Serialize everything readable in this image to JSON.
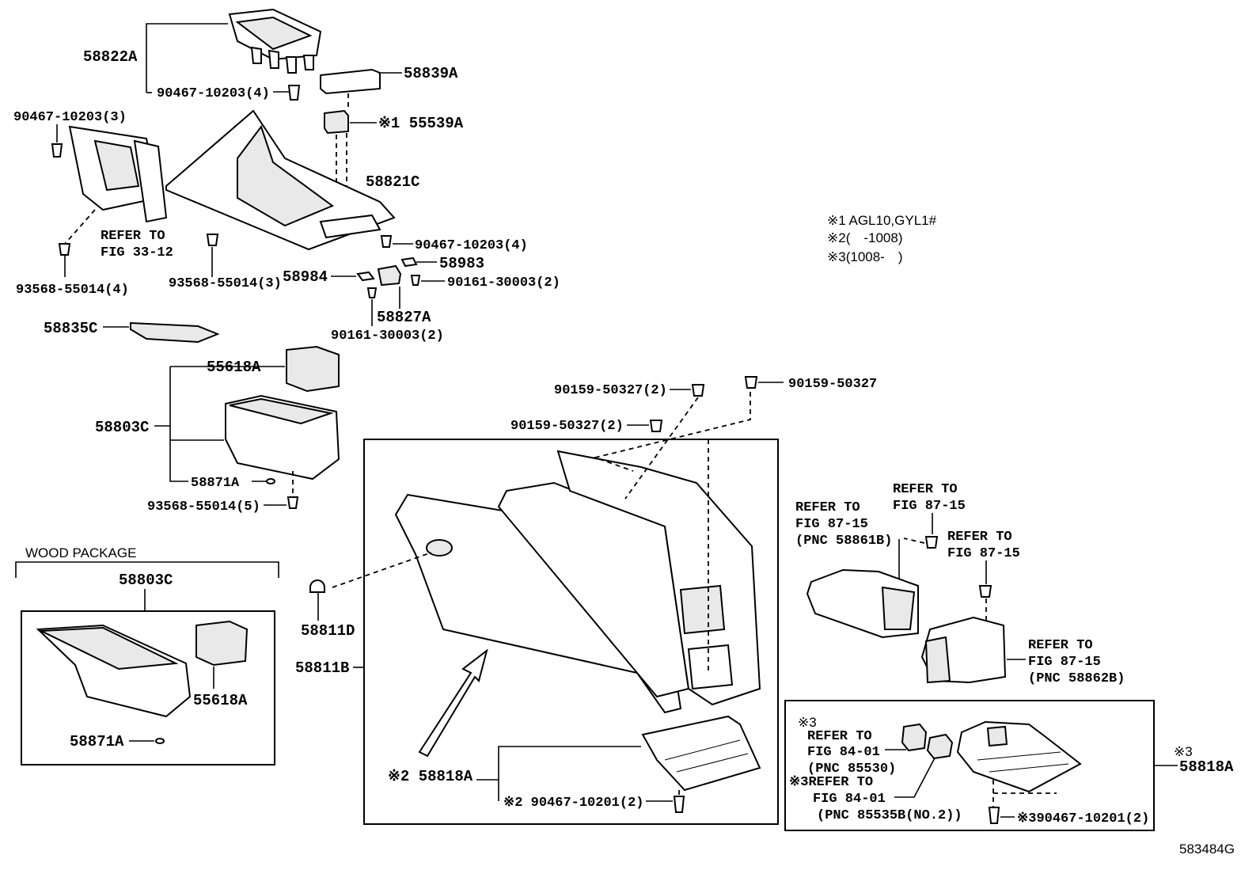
{
  "labels": {
    "p58822A": "58822A",
    "p90467_10203_4a": "90467-10203(4)",
    "p58839A": "58839A",
    "p55539A": "※1 55539A",
    "p90467_10203_3": "90467-10203(3)",
    "p58821C": "58821C",
    "refer_33_12_a": "REFER TO",
    "refer_33_12_b": "FIG 33-12",
    "p90467_10203_4b": "90467-10203(4)",
    "p58983": "58983",
    "p58984": "58984",
    "p90161_30003_2a": "90161-30003(2)",
    "p93568_55014_4": "93568-55014(4)",
    "p93568_55014_3": "93568-55014(3)",
    "p58827A": "58827A",
    "p90161_30003_2b": "90161-30003(2)",
    "p58835C": "58835C",
    "p55618A": "55618A",
    "p90159_50327_2a": "90159-50327(2)",
    "p90159_50327": "90159-50327",
    "p90159_50327_2b": "90159-50327(2)",
    "p58803C": "58803C",
    "p58871A": "58871A",
    "p93568_55014_5": "93568-55014(5)",
    "wood_package": "WOOD PACKAGE",
    "p58803C_w": "58803C",
    "p55618A_w": "55618A",
    "p58871A_w": "58871A",
    "p58811D": "58811D",
    "p58811B": "58811B",
    "p58818A_2": "※2 58818A",
    "p90467_10201_2": "※2 90467-10201(2)",
    "refer_87_15_a1": "REFER TO",
    "refer_87_15_a2": "FIG 87-15",
    "refer_87_15_a3": "(PNC 58861B)",
    "refer_87_15_b1": "REFER TO",
    "refer_87_15_b2": "FIG 87-15",
    "refer_87_15_c1": "REFER TO",
    "refer_87_15_c2": "FIG 87-15",
    "refer_87_15_d1": "REFER TO",
    "refer_87_15_d2": "FIG 87-15",
    "refer_87_15_d3": "(PNC 58862B)",
    "note1": "※1 AGL10,GYL1#",
    "note2": "※2(　-1008)",
    "note3": "※3(1008-　)",
    "mark3_a": "※3",
    "refer_84_01_a1": "REFER TO",
    "refer_84_01_a2": "FIG 84-01",
    "refer_84_01_a3": "(PNC 85530)",
    "refer_84_01_b1": "※3REFER TO",
    "refer_84_01_b2": "FIG 84-01",
    "refer_84_01_b3": "(PNC 85535B(NO.2))",
    "p90467_10201_3": "※390467-10201(2)",
    "mark3_b": "※3",
    "p58818A_3": "58818A",
    "figure_code": "583484G"
  }
}
